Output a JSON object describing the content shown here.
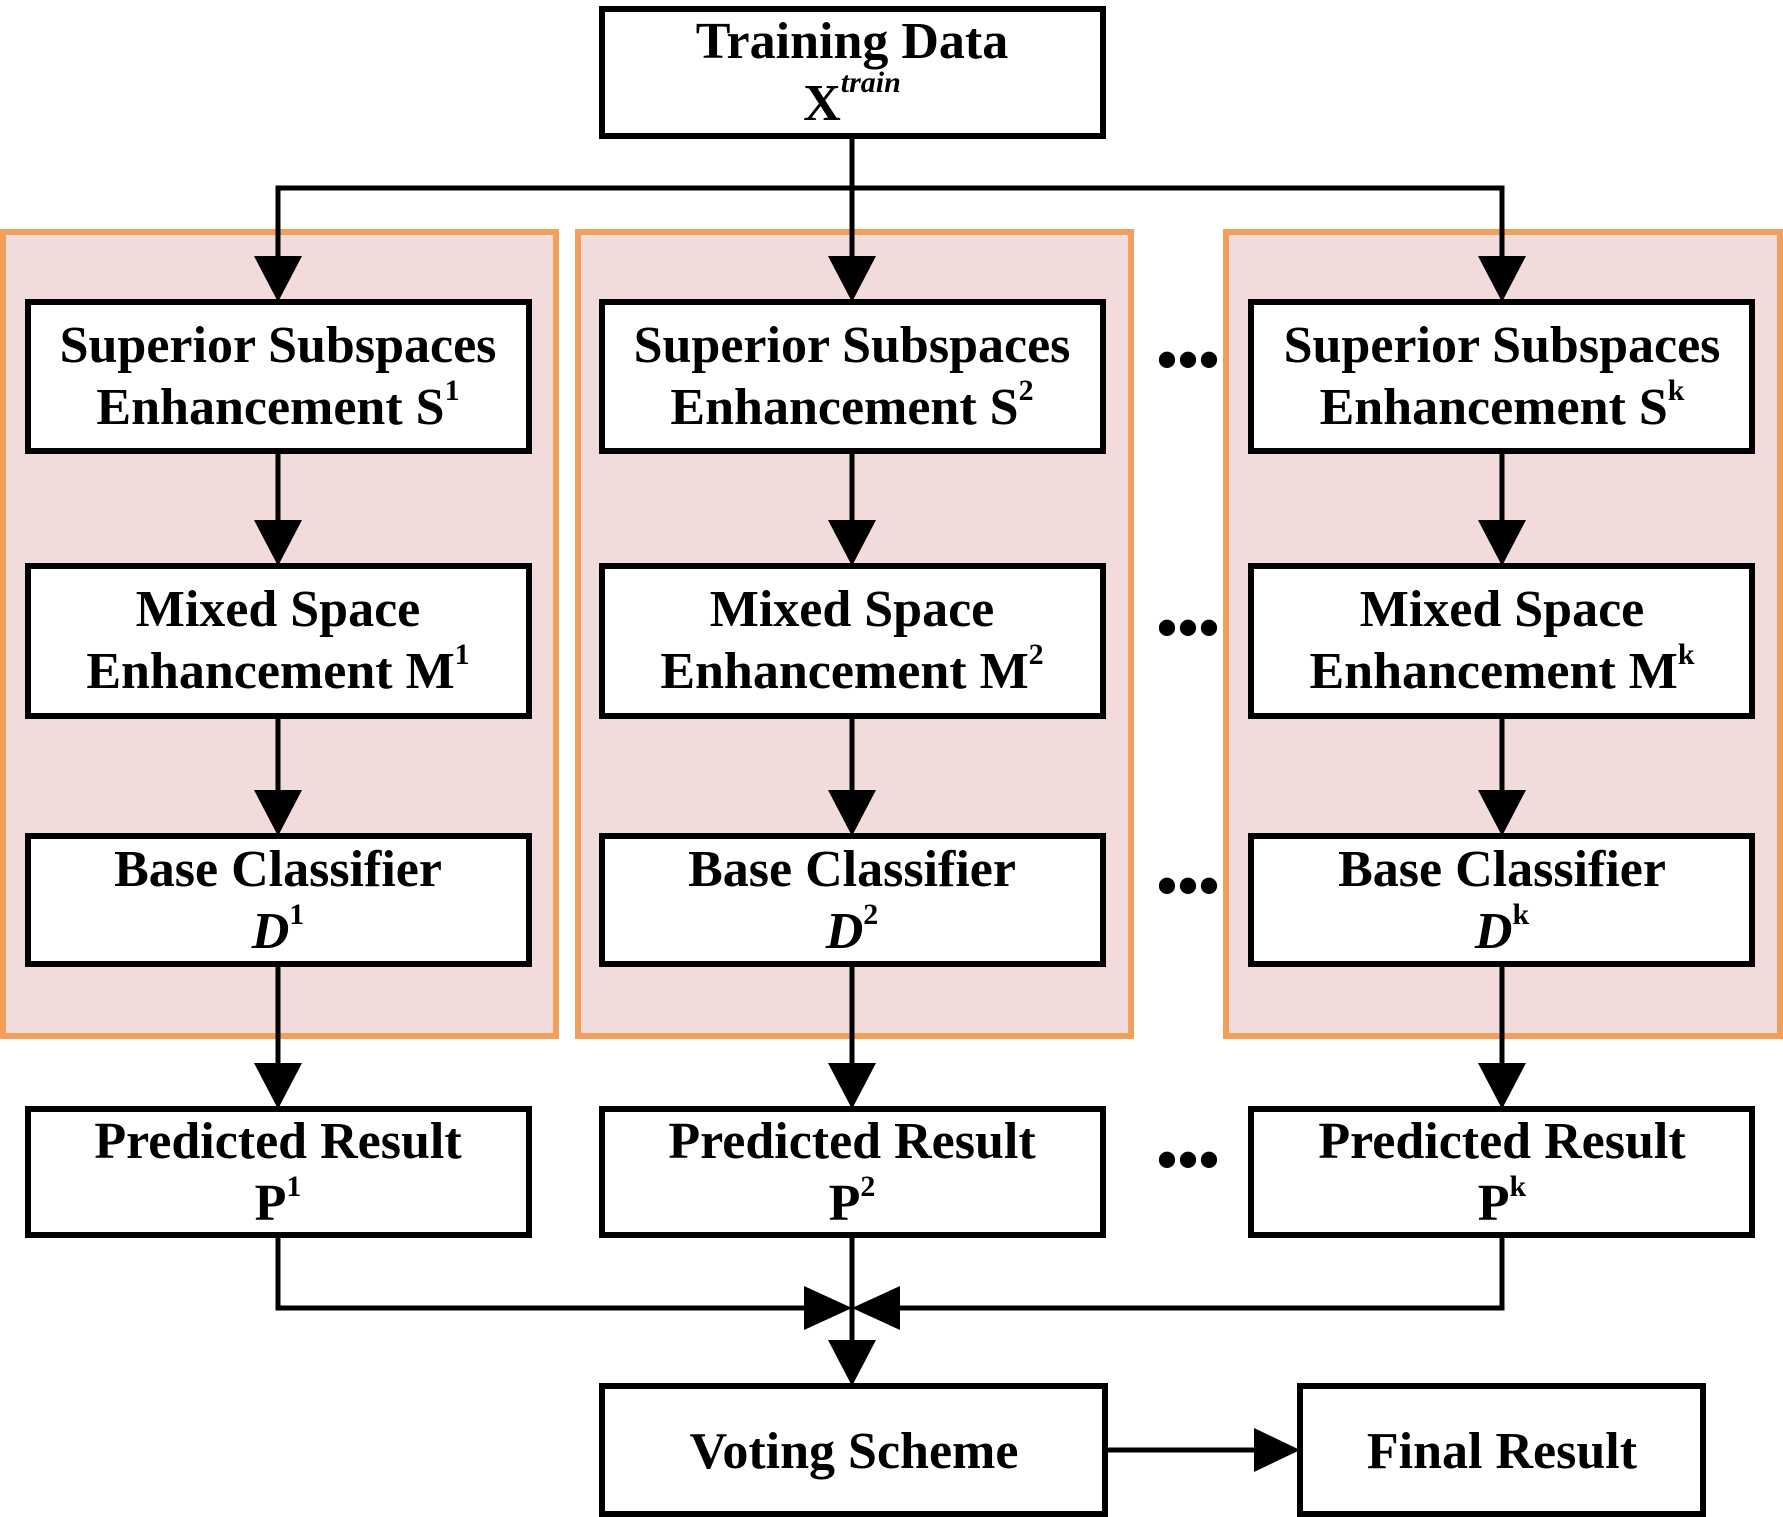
{
  "training": {
    "label": "Training Data",
    "sym": "X",
    "sup": "train"
  },
  "branches": [
    {
      "superior": {
        "line1": "Superior Subspaces",
        "line2": "Enhancement S",
        "sup": "1"
      },
      "mixed": {
        "line1": "Mixed Space",
        "line2": "Enhancement M",
        "sup": "1"
      },
      "classifier": {
        "label": "Base Classifier",
        "sym": "D",
        "sup": "1"
      },
      "predicted": {
        "label": "Predicted Result",
        "sym": "P",
        "sup": "1"
      }
    },
    {
      "superior": {
        "line1": "Superior Subspaces",
        "line2": "Enhancement S",
        "sup": "2"
      },
      "mixed": {
        "line1": "Mixed Space",
        "line2": "Enhancement M",
        "sup": "2"
      },
      "classifier": {
        "label": "Base Classifier",
        "sym": "D",
        "sup": "2"
      },
      "predicted": {
        "label": "Predicted Result",
        "sym": "P",
        "sup": "2"
      }
    },
    {
      "superior": {
        "line1": "Superior Subspaces",
        "line2": "Enhancement S",
        "sup": "k"
      },
      "mixed": {
        "line1": "Mixed Space",
        "line2": "Enhancement M",
        "sup": "k"
      },
      "classifier": {
        "label": "Base Classifier",
        "sym": "D",
        "sup": "k"
      },
      "predicted": {
        "label": "Predicted Result",
        "sym": "P",
        "sup": "k"
      }
    }
  ],
  "ellipsis": "•••",
  "voting": {
    "label": "Voting Scheme"
  },
  "final": {
    "label": "Final Result"
  }
}
